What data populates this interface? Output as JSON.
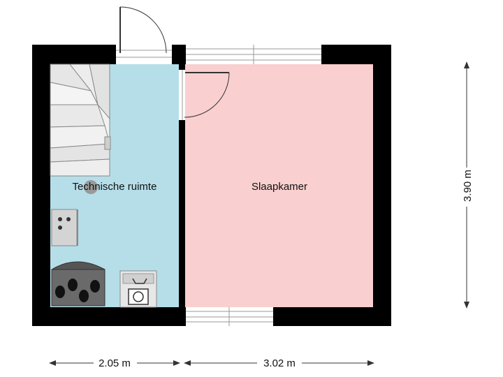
{
  "rooms": {
    "technical": {
      "label": "Technische ruimte",
      "color": "#b5dee9"
    },
    "bedroom": {
      "label": "Slaapkamer",
      "color": "#f9cfcf"
    }
  },
  "dimensions": {
    "technical_width": "2.05 m",
    "bedroom_width": "3.02 m",
    "depth": "3.90 m"
  },
  "colors": {
    "wall": "#000000",
    "fixture": "#d4d4d4",
    "dark_fixture": "#555555"
  }
}
